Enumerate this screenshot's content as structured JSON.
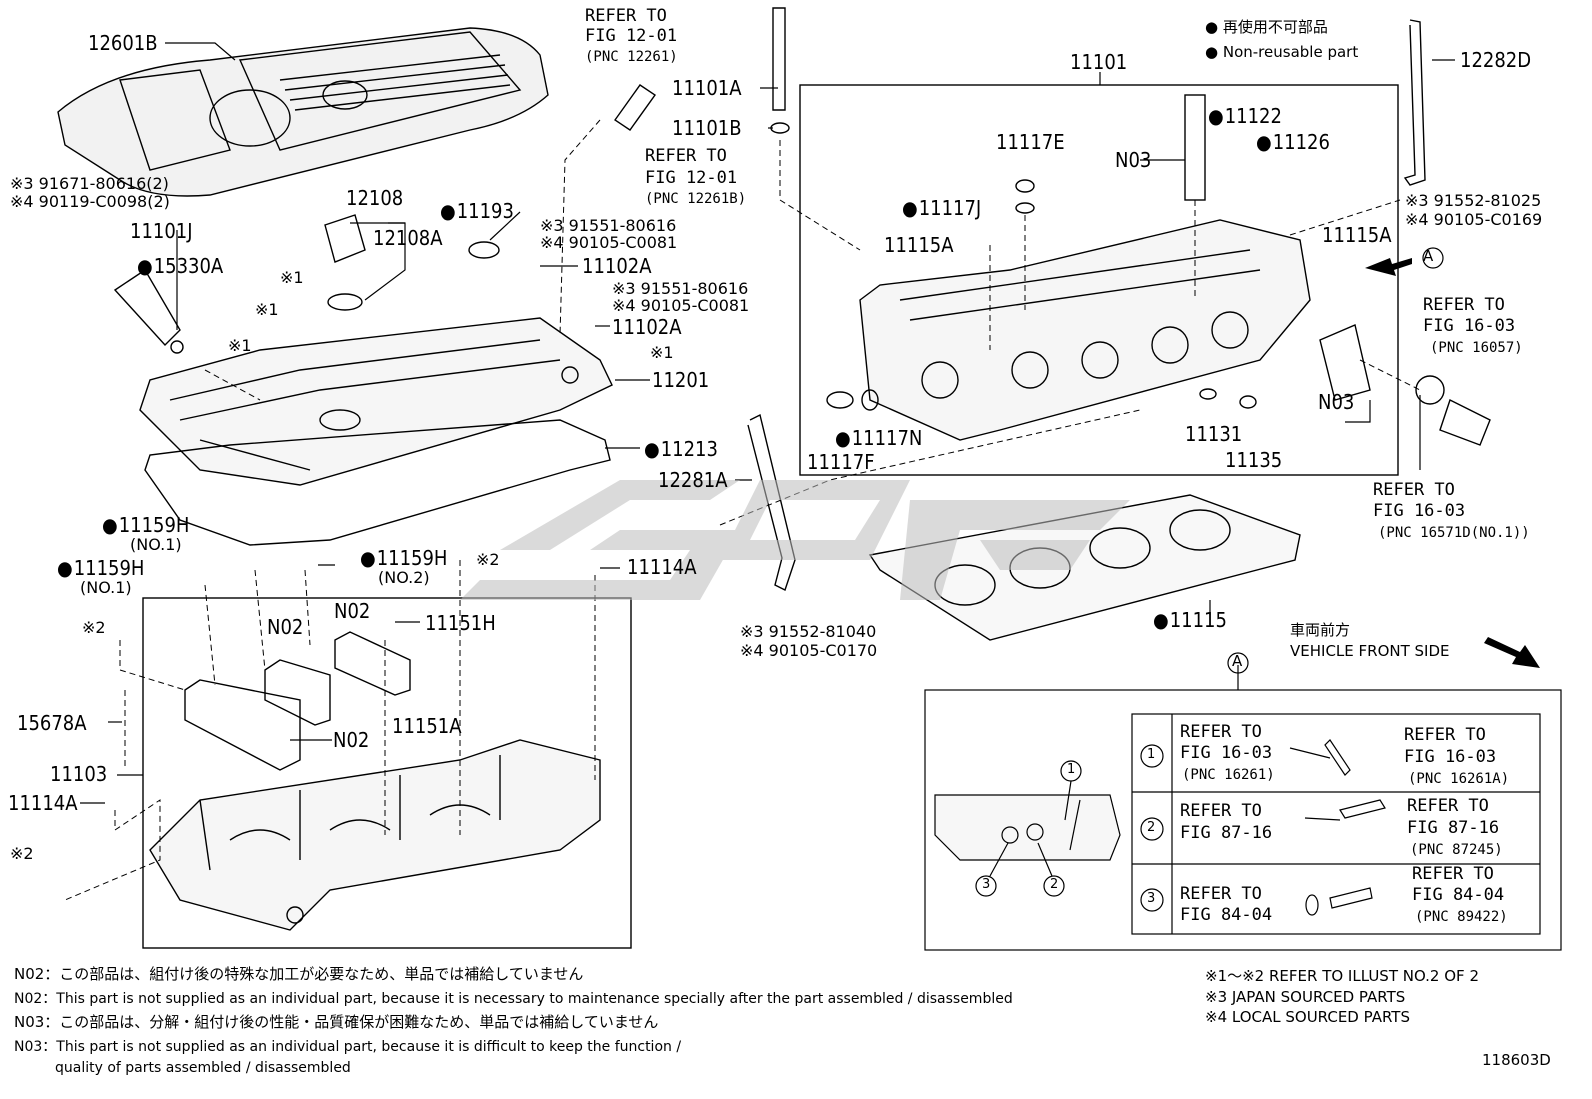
{
  "legend": {
    "reuse_jp": "再使用不可部品",
    "reuse_en": "Non-reusable part"
  },
  "parts": {
    "p12601B": "12601B",
    "p91671": "※3 91671-80616(2)",
    "p90119": "※4 90119-C0098(2)",
    "p11101J": "11101J",
    "p15330A": "15330A",
    "p12108": "12108",
    "p12108A": "12108A",
    "p11193": "11193",
    "p91551_a": "※3 91551-80616",
    "p90105_a": "※4 90105-C0081",
    "p11102A_a": "11102A",
    "p91551_b": "※3 91551-80616",
    "p90105_b": "※4 90105-C0081",
    "p11102A_b": "11102A",
    "p11201": "11201",
    "p11213": "11213",
    "p11101A": "11101A",
    "p11101B": "11101B",
    "x1_a": "※1",
    "x1_b": "※1",
    "x1_c": "※1",
    "x1_d": "※1",
    "p11101": "11101",
    "p11117E": "11117E",
    "p11117J": "11117J",
    "pN03_a": "N03",
    "p11122": "11122",
    "p11126": "11126",
    "p11115A_a": "11115A",
    "p11115A_b": "11115A",
    "p11117N": "11117N",
    "p11117F": "11117F",
    "p11131": "11131",
    "p11135": "11135",
    "pN03_b": "N03",
    "p12282D": "12282D",
    "p91552_a": "※3 91552-81025",
    "p90105_c": "※4 90105-C0169",
    "p12281A": "12281A",
    "p91552_b": "※3 91552-81040",
    "p90105_d": "※4 90105-C0170",
    "p11115": "11115",
    "p11159H_a": "11159H",
    "p11159H_a_sub": "(NO.1)",
    "p11159H_b": "11159H",
    "p11159H_b_sub": "(NO.1)",
    "p11159H_c": "11159H",
    "p11159H_c_sub": "(NO.2)",
    "x2_a": "※2",
    "x2_b": "※2",
    "x2_c": "※2",
    "p11114A_a": "11114A",
    "p11114A_b": "11114A",
    "pN02_a": "N02",
    "pN02_b": "N02",
    "pN02_c": "N02",
    "p11151H": "11151H",
    "p11151A": "11151A",
    "p15678A": "15678A",
    "p11103": "11103"
  },
  "refs": {
    "r1_l1": "REFER TO",
    "r1_l2": "FIG 12-01",
    "r1_l3": "(PNC 12261)",
    "r2_l1": "REFER TO",
    "r2_l2": "FIG 12-01",
    "r2_l3": "(PNC 12261B)",
    "r3_l1": "REFER TO",
    "r3_l2": "FIG 16-03",
    "r3_l3": "(PNC 16057)",
    "r4_l1": "REFER TO",
    "r4_l2": "FIG 16-03",
    "r4_l3": "(PNC 16571D(NO.1))"
  },
  "front": {
    "jp": "車両前方",
    "en": "VEHICLE FRONT SIDE"
  },
  "detail": {
    "marker": "A",
    "marker2": "A",
    "n1": "1",
    "n2": "2",
    "n3": "3",
    "row1": {
      "num": "1",
      "left1": "REFER TO",
      "left2": "FIG 16-03",
      "left3": "(PNC 16261)",
      "right1": "REFER TO",
      "right2": "FIG 16-03",
      "right3": "(PNC 16261A)"
    },
    "row2": {
      "num": "2",
      "left1": "REFER TO",
      "left2": "FIG 87-16",
      "right1": "REFER TO",
      "right2": "FIG 87-16",
      "right3": "(PNC 87245)"
    },
    "row3": {
      "num": "3",
      "left1": "REFER TO",
      "left2": "FIG 84-04",
      "right1": "REFER TO",
      "right2": "FIG 84-04",
      "right3": "(PNC 89422)"
    }
  },
  "notes": {
    "n02_jp": "N02：この部品は、組付け後の特殊な加工が必要なため、単品では補給していません",
    "n02_en": "N02：This part is not supplied as an individual part, because it is necessary to maintenance specially after the part assembled / disassembled",
    "n03_jp": "N03：この部品は、分解・組付け後の性能・品質確保が困難なため、単品では補給していません",
    "n03_en1": "N03：This part is not supplied as an individual part, because it is difficult to keep the function /",
    "n03_en2": "quality of parts  assembled / disassembled",
    "x12": "※1～※2  REFER TO ILLUST NO.2 OF 2",
    "x3": "※3 JAPAN SOURCED PARTS",
    "x4": "※4 LOCAL SOURCED PARTS"
  },
  "figure_id": "118603D"
}
